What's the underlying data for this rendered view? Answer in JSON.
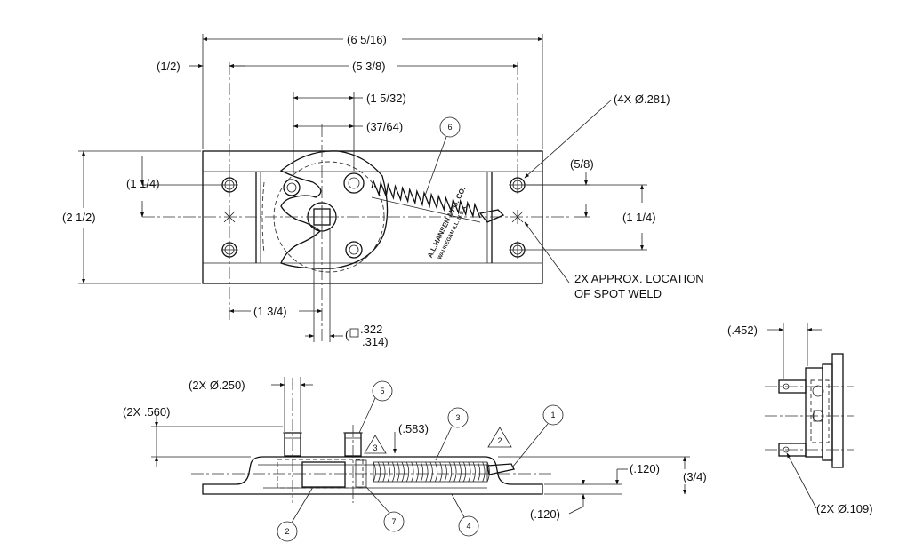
{
  "dimensions": {
    "overall_length": "(6 5/16)",
    "half": "(1/2)",
    "hole_span": "(5 3/8)",
    "span_1_5_32": "(1 5/32)",
    "span_37_64": "(37/64)",
    "hole_callout": "(4X Ø.281)",
    "height_1_1_4_left": "(1 1/4)",
    "height_2_1_2": "(2 1/2)",
    "offset_5_8": "(5/8)",
    "height_1_1_4_right": "(1 1/4)",
    "offset_1_3_4": "(1 3/4)",
    "square_prefix": "(",
    "square_top": ".322",
    "square_bottom": ".314)",
    "pin_dia": "(2X Ø.250)",
    "pin_height": "(2X .560)",
    "dim_583": "(.583)",
    "dim_120_top": "(.120)",
    "dim_3_4": "(3/4)",
    "dim_120_bottom": "(.120)",
    "side_452": "(.452)",
    "side_hole": "(2X Ø.109)"
  },
  "notes": {
    "spot_weld_line1": "2X APPROX. LOCATION",
    "spot_weld_line2": "OF SPOT WELD"
  },
  "balloons": [
    "1",
    "2",
    "3",
    "4",
    "5",
    "6",
    "7"
  ],
  "flags": [
    "2",
    "3"
  ],
  "stamp": {
    "line1": "A.L.HANSEN MFG. CO.",
    "line2": "WAUKEGAN ILL. U.S.A."
  }
}
